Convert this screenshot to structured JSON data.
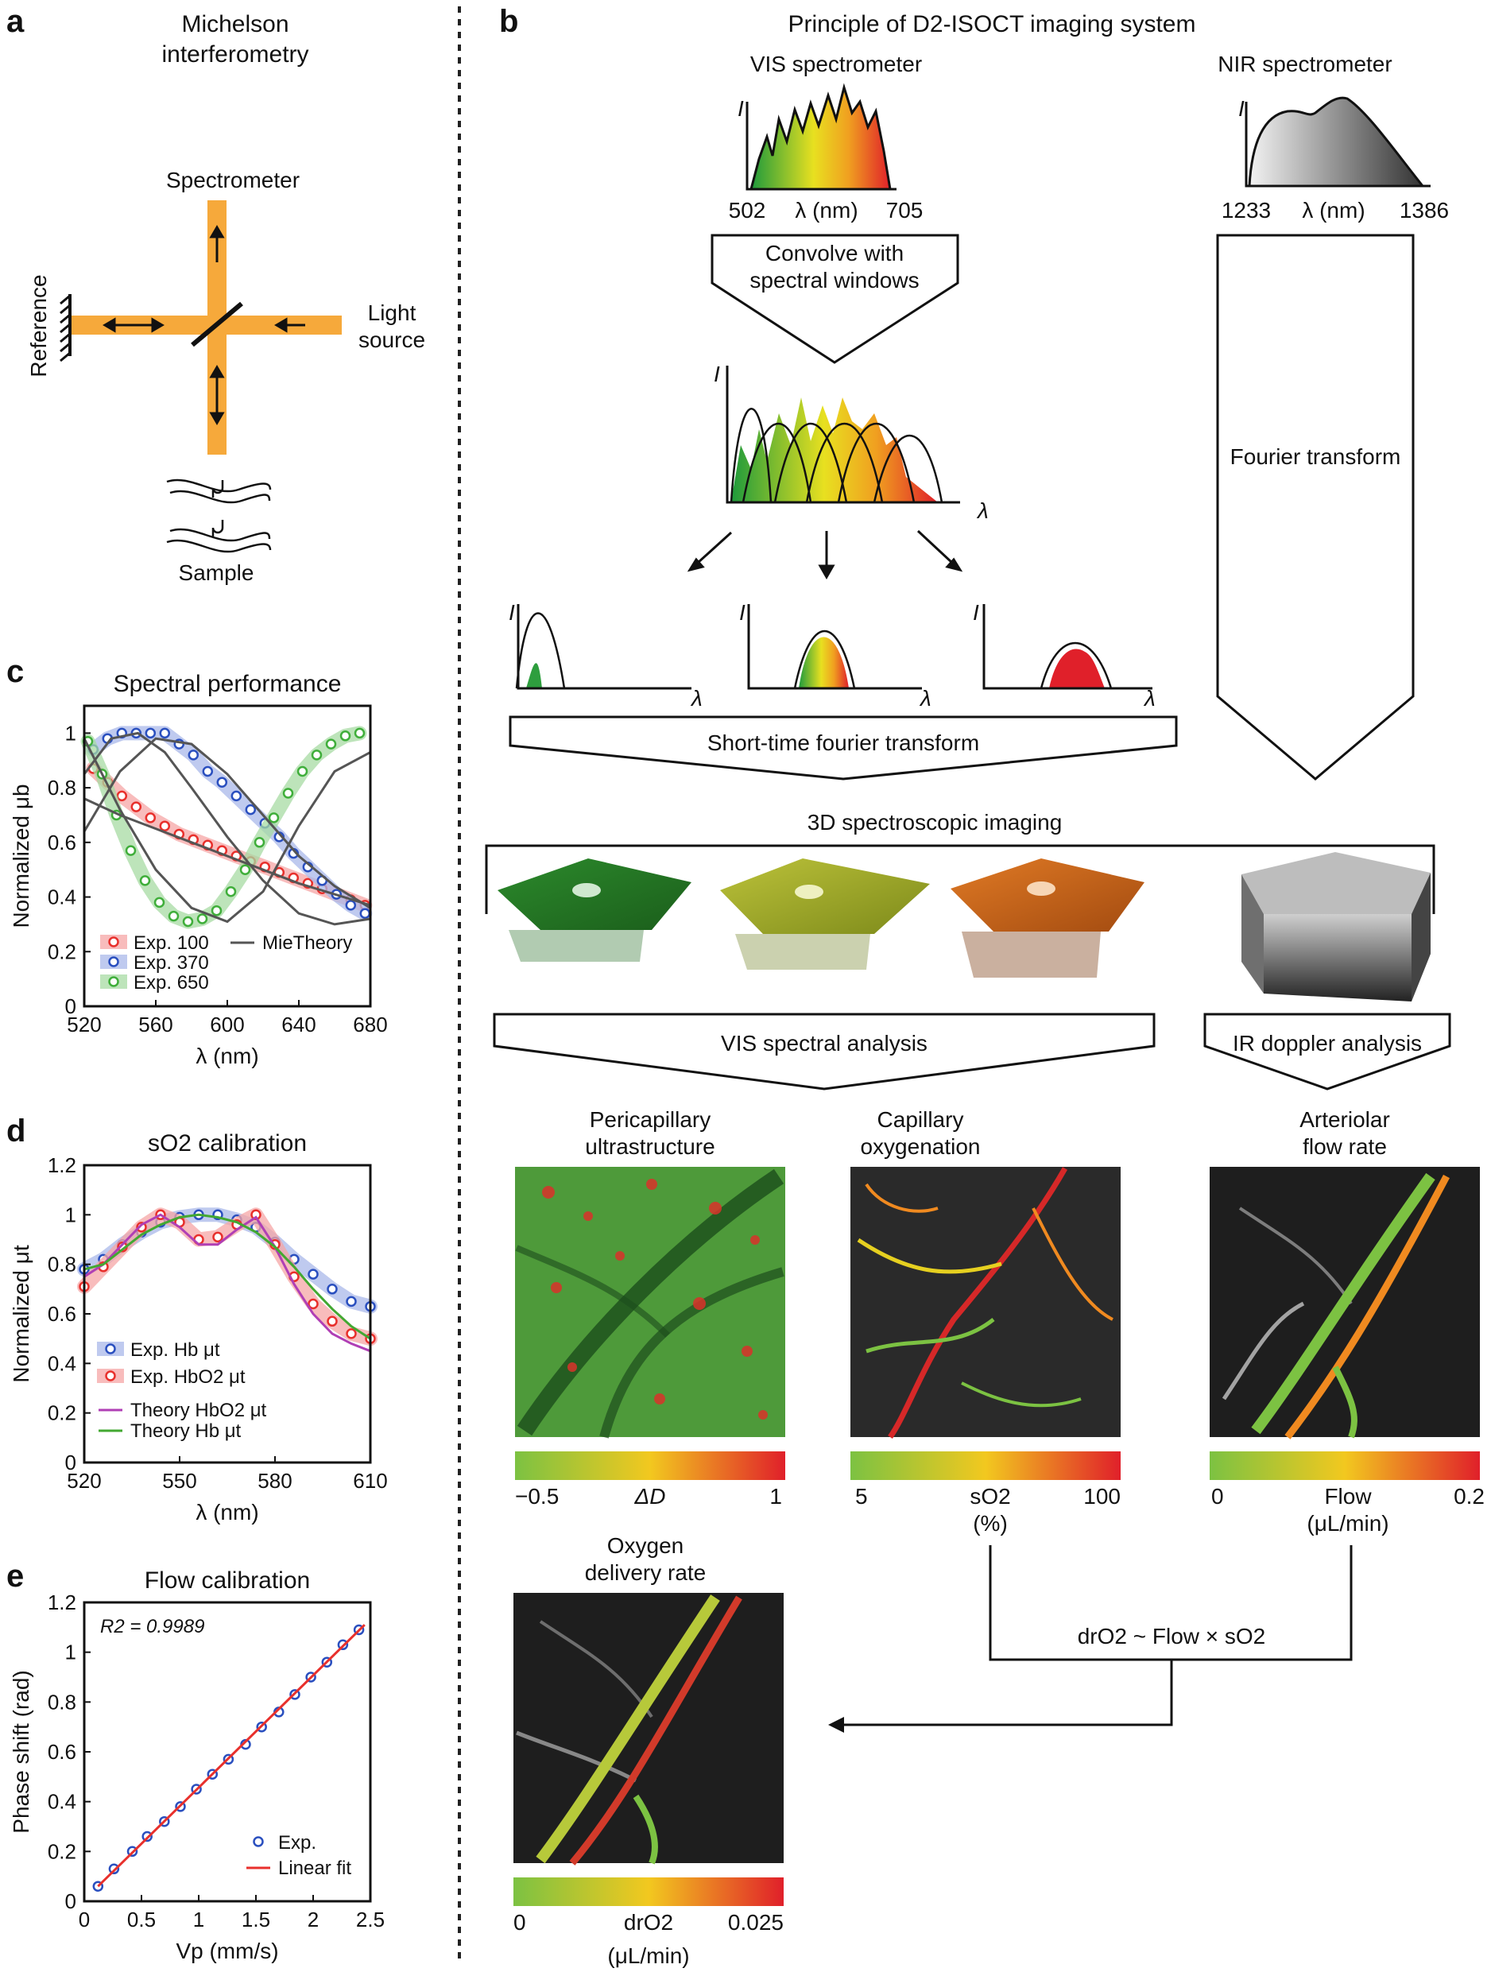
{
  "panel_labels": {
    "a": "a",
    "b": "b",
    "c": "c",
    "d": "d",
    "e": "e"
  },
  "panel_a": {
    "title_line1": "Michelson",
    "title_line2": "interferometry",
    "spectrometer": "Spectrometer",
    "light_line1": "Light",
    "light_line2": "source",
    "reference": "Reference",
    "sample": "Sample"
  },
  "panel_b": {
    "title": "Principle of D2-ISOCT imaging system",
    "vis_spec_title": "VIS spectrometer",
    "vis_min": "502",
    "vis_max": "705",
    "nir_spec_title": "NIR spectrometer",
    "nir_min": "1233",
    "nir_max": "1386",
    "lambda_nm": "λ (nm)",
    "intensity": "I",
    "lambda": "λ",
    "convolve_line1": "Convolve with",
    "convolve_line2": "spectral windows",
    "fourier": "Fourier transform",
    "stft": "Short-time fourier transform",
    "imaging_3d": "3D spectroscopic imaging",
    "vis_analysis": "VIS spectral analysis",
    "ir_analysis": "IR doppler analysis",
    "map1_title1": "Pericapillary",
    "map1_title2": "ultrastructure",
    "map2_title1": "Capillary",
    "map2_title2": "oxygenation",
    "map3_title1": "Arteriolar",
    "map3_title2": "flow rate",
    "map4_title1": "Oxygen",
    "map4_title2": "delivery rate",
    "cb1_min": "−0.5",
    "cb1_label": "ΔD",
    "cb1_max": "1",
    "cb2_min": "5",
    "cb2_label": "sO2",
    "cb2_unit": "(%)",
    "cb2_max": "100",
    "cb3_min": "0",
    "cb3_label": "Flow",
    "cb3_unit": "(μL/min)",
    "cb3_max": "0.2",
    "cb4_min": "0",
    "cb4_label": "drO2",
    "cb4_unit": "(μL/min)",
    "cb4_max": "0.025",
    "formula": "drO2 ~ Flow × sO2",
    "colors": {
      "green": "#2e9e3e",
      "yellow": "#f0d020",
      "orange": "#f08a20",
      "red": "#e03030"
    }
  },
  "chart_data": [
    {
      "type": "scatter",
      "title": "Spectral performance",
      "xlabel": "λ (nm)",
      "ylabel": "Normalized μb",
      "xlim": [
        520,
        680
      ],
      "ylim": [
        0,
        1.1
      ],
      "xticks": [
        520,
        560,
        600,
        640,
        680
      ],
      "yticks": [
        0,
        0.2,
        0.4,
        0.6,
        0.8,
        1
      ],
      "series": [
        {
          "name": "Exp. 100",
          "color": "#e8302c",
          "band": "#f6a5a5",
          "x": [
            525,
            533,
            541,
            549,
            557,
            565,
            573,
            581,
            589,
            597,
            605,
            613,
            621,
            629,
            637,
            645,
            653,
            661,
            669,
            677
          ],
          "y": [
            0.87,
            0.82,
            0.77,
            0.73,
            0.69,
            0.66,
            0.63,
            0.61,
            0.59,
            0.57,
            0.55,
            0.53,
            0.51,
            0.49,
            0.47,
            0.45,
            0.43,
            0.41,
            0.39,
            0.37
          ]
        },
        {
          "name": "Exp. 370",
          "color": "#2a4fbf",
          "band": "#a9b8ea",
          "x": [
            525,
            533,
            541,
            549,
            557,
            565,
            573,
            581,
            589,
            597,
            605,
            613,
            621,
            629,
            637,
            645,
            653,
            661,
            669,
            677
          ],
          "y": [
            0.94,
            0.98,
            1.0,
            1.0,
            1.0,
            1.0,
            0.96,
            0.92,
            0.86,
            0.82,
            0.77,
            0.72,
            0.67,
            0.62,
            0.56,
            0.51,
            0.46,
            0.41,
            0.37,
            0.34
          ]
        },
        {
          "name": "Exp. 650",
          "color": "#3fae3a",
          "band": "#a7dba3",
          "x": [
            522,
            530,
            538,
            546,
            554,
            562,
            570,
            578,
            586,
            594,
            602,
            610,
            618,
            626,
            634,
            642,
            650,
            658,
            666,
            674
          ],
          "y": [
            0.97,
            0.85,
            0.7,
            0.57,
            0.46,
            0.38,
            0.33,
            0.31,
            0.32,
            0.35,
            0.42,
            0.5,
            0.6,
            0.69,
            0.78,
            0.86,
            0.92,
            0.96,
            0.99,
            1.0
          ]
        },
        {
          "name": "MieTheory",
          "color": "#555555",
          "kind": "line",
          "curves": [
            {
              "x": [
                520,
                540,
                560,
                580,
                600,
                620,
                640,
                660,
                680
              ],
              "y": [
                0.64,
                0.86,
                0.98,
                0.96,
                0.85,
                0.7,
                0.55,
                0.44,
                0.36
              ]
            },
            {
              "x": [
                520,
                535,
                550,
                565,
                580,
                600,
                620,
                640,
                660,
                680
              ],
              "y": [
                0.85,
                0.98,
                1.0,
                0.93,
                0.8,
                0.62,
                0.46,
                0.34,
                0.3,
                0.32
              ]
            },
            {
              "x": [
                520,
                540,
                560,
                580,
                600,
                620,
                640,
                660,
                680
              ],
              "y": [
                0.98,
                0.72,
                0.5,
                0.36,
                0.31,
                0.42,
                0.66,
                0.86,
                0.93
              ]
            },
            {
              "x": [
                520,
                540,
                560,
                580,
                600,
                620,
                640,
                660,
                680
              ],
              "y": [
                0.76,
                0.7,
                0.65,
                0.6,
                0.55,
                0.5,
                0.45,
                0.41,
                0.37
              ]
            }
          ]
        }
      ],
      "legend": "bottom-left"
    },
    {
      "type": "scatter",
      "title": "sO2 calibration",
      "xlabel": "λ (nm)",
      "ylabel": "Normalized μt",
      "xlim": [
        520,
        610
      ],
      "ylim": [
        0,
        1.2
      ],
      "xticks": [
        520,
        550,
        580,
        610
      ],
      "yticks": [
        0,
        0.2,
        0.4,
        0.6,
        0.8,
        1,
        1.2
      ],
      "series": [
        {
          "name": "Exp. Hb μt",
          "color": "#2a4fbf",
          "band": "#a9b8ea",
          "x": [
            520,
            526,
            532,
            538,
            544,
            550,
            556,
            562,
            568,
            574,
            580,
            586,
            592,
            598,
            604,
            610
          ],
          "y": [
            0.78,
            0.82,
            0.88,
            0.93,
            0.97,
            0.99,
            1.0,
            1.0,
            0.98,
            0.95,
            0.89,
            0.82,
            0.76,
            0.7,
            0.65,
            0.63
          ]
        },
        {
          "name": "Exp. HbO2 μt",
          "color": "#e8302c",
          "band": "#f6a5a5",
          "x": [
            520,
            526,
            532,
            538,
            544,
            550,
            556,
            562,
            568,
            574,
            580,
            586,
            592,
            598,
            604,
            610
          ],
          "y": [
            0.71,
            0.79,
            0.87,
            0.95,
            1.0,
            0.97,
            0.9,
            0.91,
            0.96,
            1.0,
            0.88,
            0.75,
            0.64,
            0.57,
            0.52,
            0.5
          ]
        },
        {
          "name": "Theory HbO2 μt",
          "color": "#b03fb5",
          "kind": "line",
          "x": [
            520,
            526,
            532,
            538,
            544,
            550,
            556,
            562,
            568,
            574,
            580,
            586,
            592,
            598,
            604,
            610
          ],
          "y": [
            0.75,
            0.8,
            0.88,
            0.96,
            1.0,
            0.95,
            0.88,
            0.88,
            0.94,
            0.99,
            0.87,
            0.72,
            0.6,
            0.52,
            0.48,
            0.45
          ]
        },
        {
          "name": "Theory Hb μt",
          "color": "#43a832",
          "kind": "line",
          "x": [
            520,
            526,
            532,
            538,
            544,
            550,
            556,
            562,
            568,
            574,
            580,
            586,
            592,
            598,
            604,
            610
          ],
          "y": [
            0.78,
            0.8,
            0.86,
            0.92,
            0.96,
            0.99,
            1.0,
            0.99,
            0.97,
            0.93,
            0.87,
            0.79,
            0.7,
            0.62,
            0.55,
            0.5
          ]
        }
      ],
      "legend": "bottom-left"
    },
    {
      "type": "scatter",
      "title": "Flow calibration",
      "xlabel": "Vp (mm/s)",
      "ylabel": "Phase shift (rad)",
      "annotation": "R2 = 0.9989",
      "xlim": [
        0,
        2.5
      ],
      "ylim": [
        0,
        1.2
      ],
      "xticks": [
        0,
        0.5,
        1,
        1.5,
        2,
        2.5
      ],
      "yticks": [
        0,
        0.2,
        0.4,
        0.6,
        0.8,
        1,
        1.2
      ],
      "series": [
        {
          "name": "Exp.",
          "color": "#2a4fbf",
          "x": [
            0.12,
            0.26,
            0.42,
            0.55,
            0.7,
            0.84,
            0.98,
            1.12,
            1.26,
            1.41,
            1.55,
            1.7,
            1.84,
            1.98,
            2.12,
            2.26,
            2.4
          ],
          "y": [
            0.06,
            0.13,
            0.2,
            0.26,
            0.32,
            0.38,
            0.45,
            0.51,
            0.57,
            0.63,
            0.7,
            0.76,
            0.83,
            0.9,
            0.96,
            1.03,
            1.09
          ]
        },
        {
          "name": "Linear fit",
          "color": "#e8302c",
          "kind": "line",
          "x": [
            0.12,
            2.45
          ],
          "y": [
            0.06,
            1.11
          ]
        }
      ],
      "legend": "bottom-right"
    }
  ]
}
